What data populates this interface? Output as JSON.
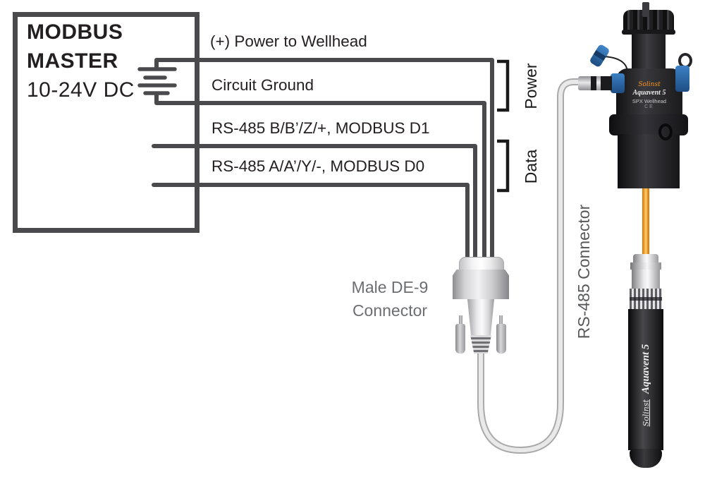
{
  "diagram": {
    "master": {
      "line1": "MODBUS",
      "line2": "MASTER",
      "line3": "10-24V DC"
    },
    "wire_labels": {
      "power": "(+) Power to Wellhead",
      "ground": "Circuit Ground",
      "d1": "RS-485 B/B’/Z/+, MODBUS D1",
      "d0": "RS-485 A/A’/Y/-, MODBUS D0"
    },
    "brackets": {
      "power": "Power",
      "data": "Data"
    },
    "de9": {
      "line1": "Male DE-9",
      "line2": "Connector"
    },
    "rs485_connector_label": "RS-485 Connector",
    "wellhead": {
      "brand": "Solinst",
      "model": "Aquavent 5",
      "name": "SPX Wellhead",
      "cert": "CE"
    },
    "logger": {
      "brand": "Solinst",
      "model": "Aquavent 5"
    },
    "colors": {
      "wire": "#4a4a4c",
      "bracket": "#1a1a1a",
      "label_text": "#231f20",
      "gray_text": "#6d6e71",
      "cable_gray": "#e6e6e6",
      "cable_orange": "#f7a02b",
      "device_black": "#232325",
      "connector_blue": "#2f6eb5",
      "brand_orange": "#f7941d"
    }
  }
}
